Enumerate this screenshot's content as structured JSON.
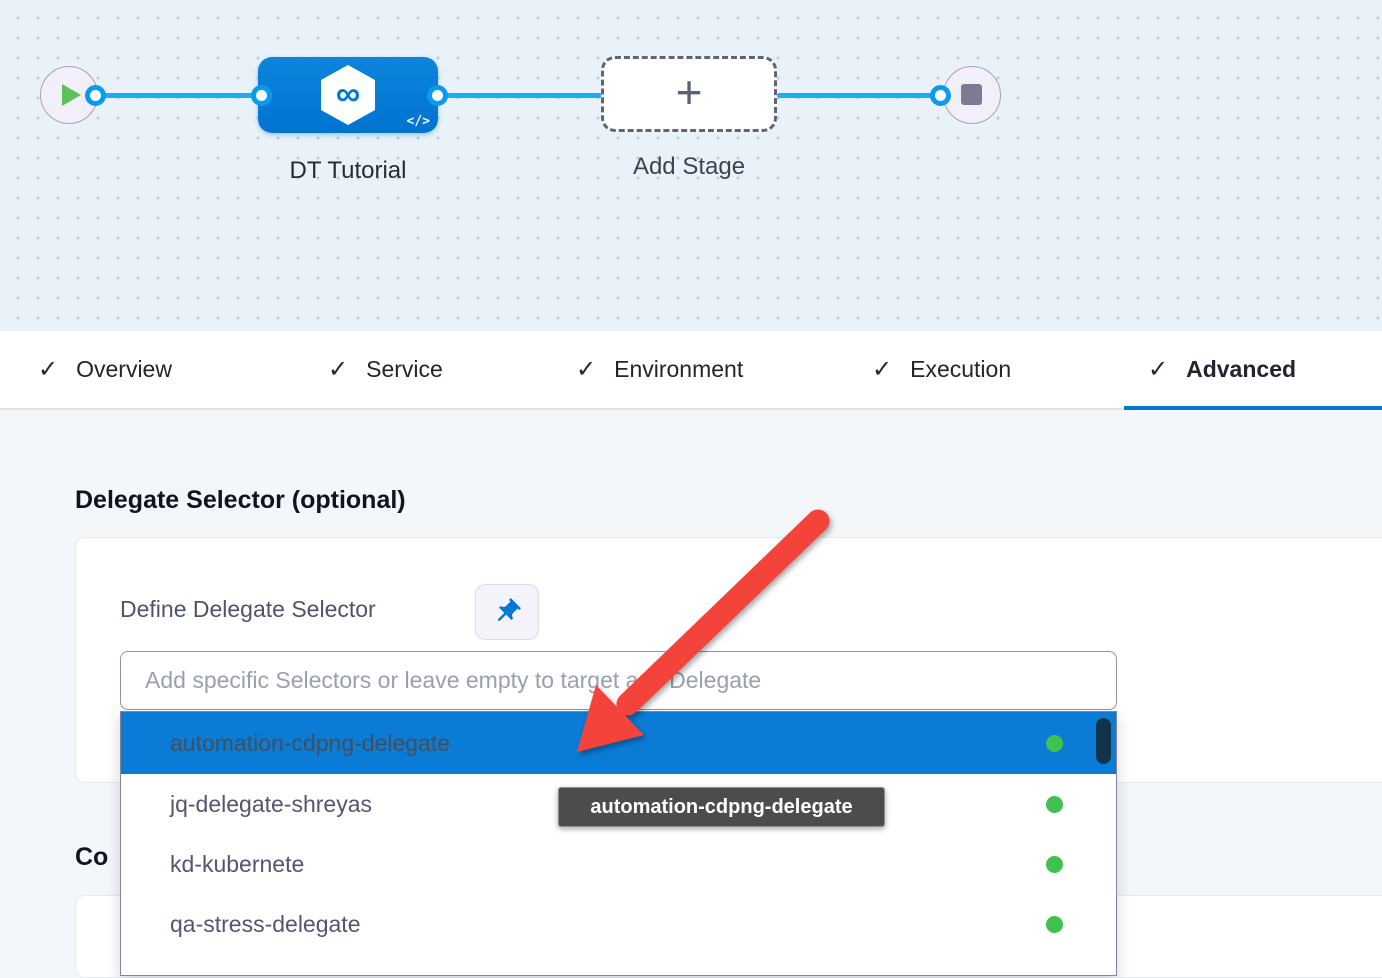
{
  "pipeline": {
    "stage_label": "DT Tutorial",
    "add_stage_label": "Add Stage",
    "plus_glyph": "+",
    "infinity_glyph": "∞",
    "code_icon_glyph": "</>"
  },
  "tabs": [
    {
      "check": "✓",
      "label": "Overview",
      "active": false
    },
    {
      "check": "✓",
      "label": "Service",
      "active": false
    },
    {
      "check": "✓",
      "label": "Environment",
      "active": false
    },
    {
      "check": "✓",
      "label": "Execution",
      "active": false
    },
    {
      "check": "✓",
      "label": "Advanced",
      "active": true
    }
  ],
  "panel": {
    "heading": "Delegate Selector (optional)",
    "define_label": "Define Delegate Selector",
    "input_placeholder": "Add specific Selectors or leave empty to target any Delegate",
    "partial_heading_below": "Co"
  },
  "dropdown": {
    "items": [
      {
        "label": "automation-cdpng-delegate",
        "highlighted": true,
        "status_dot": "green"
      },
      {
        "label": "jq-delegate-shreyas",
        "highlighted": false,
        "status_dot": "green"
      },
      {
        "label": "kd-kubernete",
        "highlighted": false,
        "status_dot": "green"
      },
      {
        "label": "qa-stress-delegate",
        "highlighted": false,
        "status_dot": "green"
      }
    ]
  },
  "tooltip": {
    "text": "automation-cdpng-delegate"
  },
  "colors": {
    "accent_blue": "#0278d5",
    "highlight_row_blue": "#0b7cd6",
    "connector_blue": "#1aadf2",
    "status_green": "#3fc14f",
    "annotation_red": "#f4433a",
    "tooltip_bg": "#4c4c4c"
  }
}
